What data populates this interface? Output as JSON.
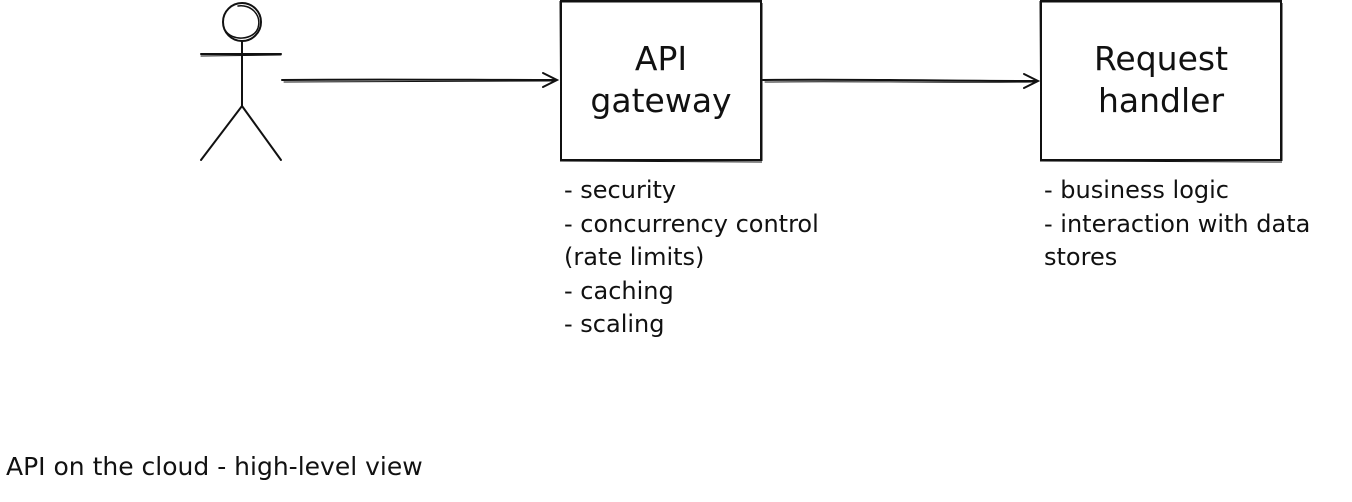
{
  "diagram": {
    "actor": {
      "icon": "stick-figure-icon"
    },
    "nodes": [
      {
        "id": "api-gateway",
        "label_lines": [
          "API",
          "gateway"
        ],
        "notes": [
          "- security",
          "- concurrency control",
          "(rate limits)",
          "- caching",
          "- scaling"
        ]
      },
      {
        "id": "request-handler",
        "label_lines": [
          "Request",
          "handler"
        ],
        "notes": [
          "- business logic",
          "- interaction with data",
          "stores"
        ]
      }
    ],
    "caption": "API on the cloud - high-level view"
  }
}
